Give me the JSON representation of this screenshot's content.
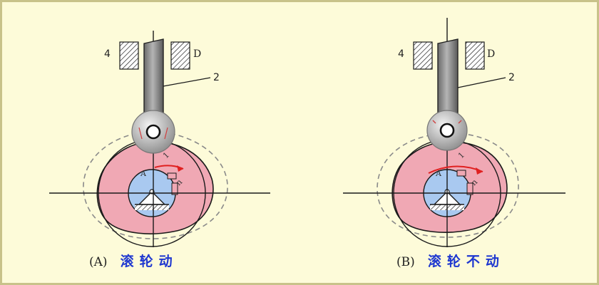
{
  "panels": [
    {
      "tag": "(A)",
      "caption": "滚轮动",
      "label_guide": "4",
      "label_guide_right": "D",
      "label_rod": "2",
      "label_a": "A",
      "label_n": "n",
      "label_one": "1"
    },
    {
      "tag": "(B)",
      "caption": "滚轮不动",
      "label_guide": "4",
      "label_guide_right": "D",
      "label_rod": "2",
      "label_a": "A",
      "label_n": "n",
      "label_one": "1"
    }
  ],
  "colors": {
    "background": "#fdfbd9",
    "cam_fill": "#f0a8b4",
    "cam_stroke": "#1a1a1a",
    "hub_fill": "#a9c9f0",
    "rod_fill": "#8f8f8f",
    "roller_fill": "#b9b9b9",
    "dashed_path": "#8a8a8a",
    "arrow": "#e02020",
    "caption_text": "#1f38d0"
  }
}
